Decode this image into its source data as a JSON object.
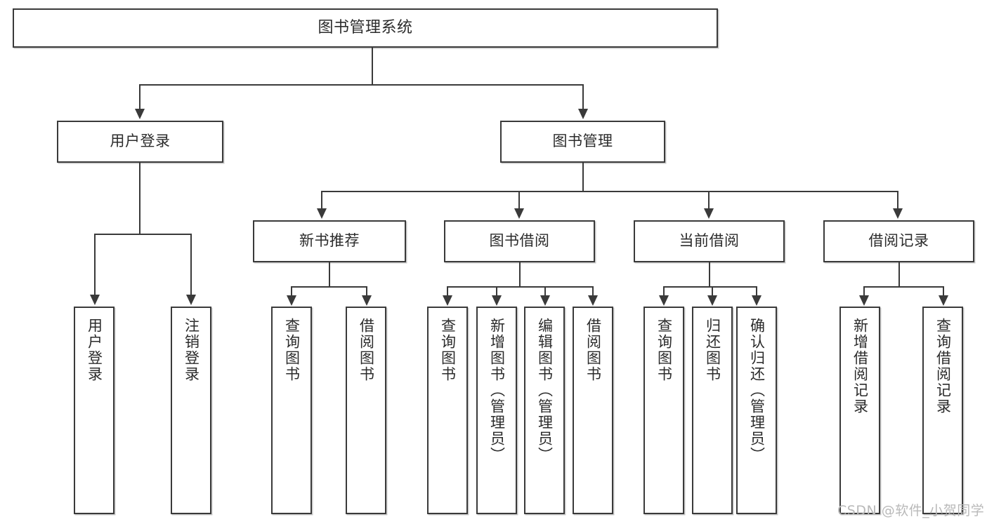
{
  "diagram": {
    "title": "图书管理系统",
    "watermark": "CSDN @软件_小贺同学",
    "line_color": "#3a3a3a",
    "background_color": "#ffffff",
    "text_color": "#2b2b2b",
    "watermark_color": "#b9b9b9"
  },
  "nodes": {
    "root": {
      "label": "图书管理系统"
    },
    "level2": [
      {
        "label": "用户登录"
      },
      {
        "label": "图书管理"
      }
    ],
    "level3": [
      {
        "label": "新书推荐"
      },
      {
        "label": "图书借阅"
      },
      {
        "label": "当前借阅"
      },
      {
        "label": "借阅记录"
      }
    ],
    "leaves": {
      "user_login": [
        {
          "label": "用户登录"
        },
        {
          "label": "注销登录"
        }
      ],
      "new_book_recommend": [
        {
          "label": "查询图书"
        },
        {
          "label": "借阅图书"
        }
      ],
      "book_borrow": [
        {
          "label": "查询图书"
        },
        {
          "label": "新增图书（管理员）"
        },
        {
          "label": "编辑图书（管理员）"
        },
        {
          "label": "借阅图书"
        }
      ],
      "current_borrow": [
        {
          "label": "查询图书"
        },
        {
          "label": "归还图书"
        },
        {
          "label": "确认归还（管理员）"
        }
      ],
      "borrow_record": [
        {
          "label": "新增借阅记录"
        },
        {
          "label": "查询借阅记录"
        }
      ]
    }
  }
}
